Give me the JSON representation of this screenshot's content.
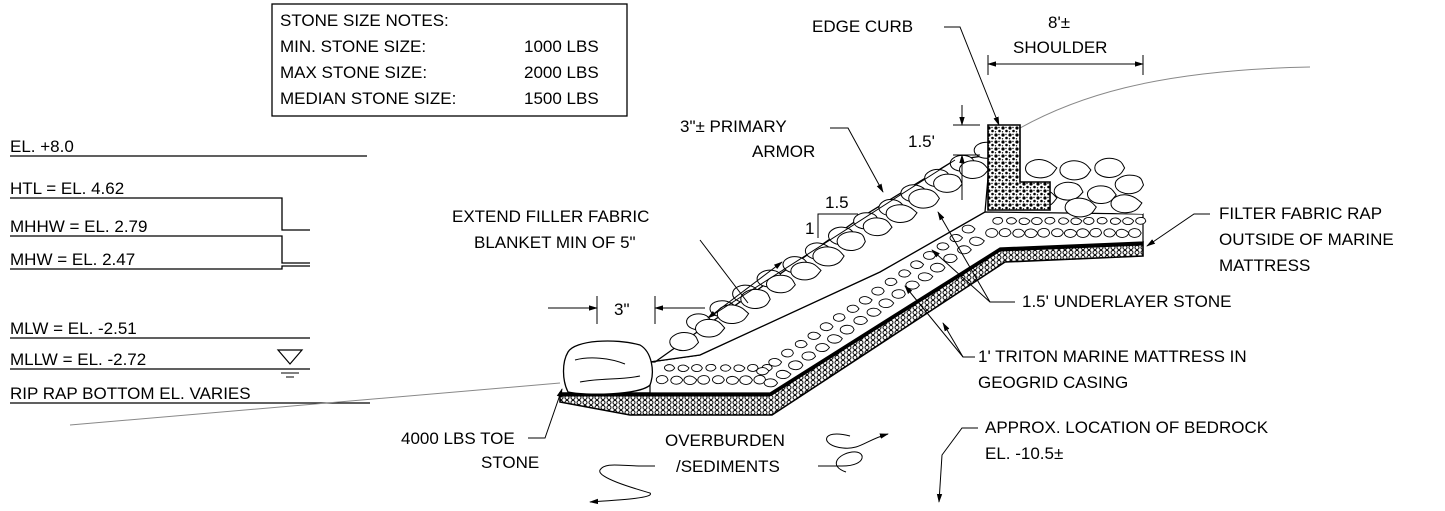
{
  "notes_box": {
    "title": "STONE SIZE NOTES:",
    "rows": [
      {
        "label": "MIN. STONE SIZE:",
        "value": "1000 LBS"
      },
      {
        "label": "MAX STONE SIZE:",
        "value": "2000 LBS"
      },
      {
        "label": "MEDIAN STONE SIZE:",
        "value": "1500 LBS"
      }
    ]
  },
  "elevations": {
    "el8": "EL. +8.0",
    "htl": "HTL   = EL. 4.62",
    "mhhw": "MHHW = EL. 2.79",
    "mhw": "MHW = EL. 2.47",
    "mlw": "MLW = EL. -2.51",
    "mllw": "MLLW = EL. -2.72",
    "riprap": "RIP RAP BOTTOM EL. VARIES"
  },
  "labels": {
    "edge_curb": "EDGE CURB",
    "shoulder_dim": "8'±",
    "shoulder": "SHOULDER",
    "primary_armor_1": "3\"± PRIMARY",
    "primary_armor_2": "ARMOR",
    "curb_height": "1.5'",
    "slope_run": "1.5",
    "slope_rise": "1",
    "extend_1": "EXTEND FILLER FABRIC",
    "extend_2": "BLANKET MIN OF 5\"",
    "dim_3in": "3\"",
    "filter_1": "FILTER FABRIC RAP",
    "filter_2": "OUTSIDE OF MARINE",
    "filter_3": "MATTRESS",
    "underlayer": "1.5' UNDERLAYER STONE",
    "mattress_1": "1' TRITON MARINE MATTRESS IN",
    "mattress_2": "GEOGRID CASING",
    "toe_1": "4000 LBS  TOE",
    "toe_2": "STONE",
    "overburden_1": "OVERBURDEN",
    "overburden_2": "/SEDIMENTS",
    "bedrock_1": "APPROX. LOCATION OF BEDROCK",
    "bedrock_2": "EL. -10.5±"
  }
}
